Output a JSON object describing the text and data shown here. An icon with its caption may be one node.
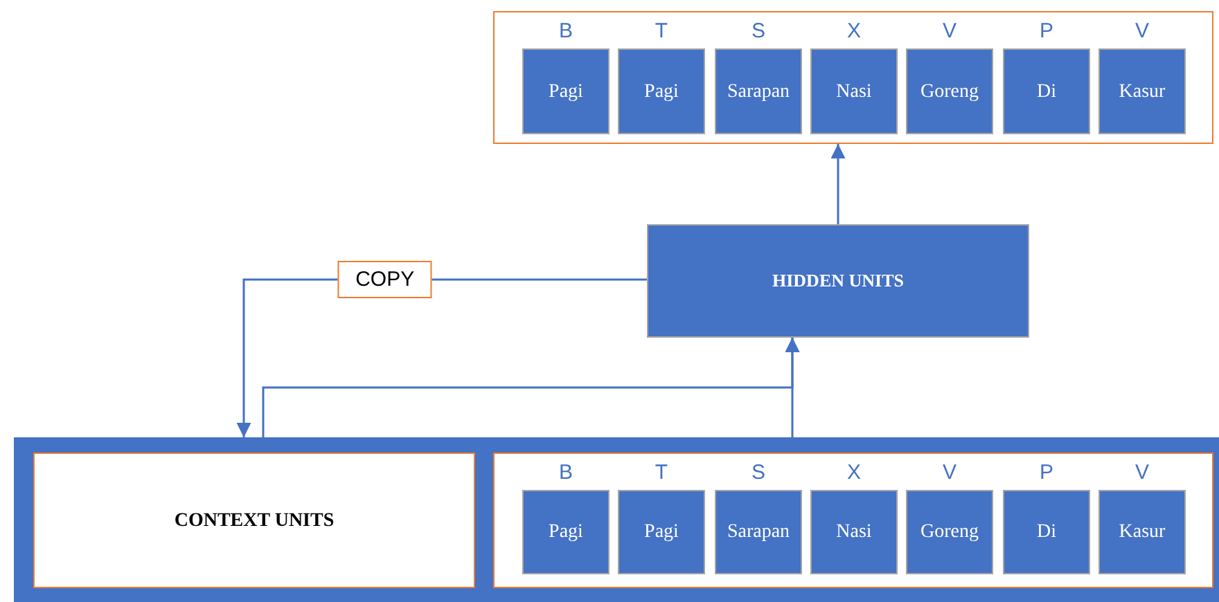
{
  "diagram": {
    "nodes": [
      {
        "text": [],
        "shape": "box"
      },
      {
        "text": [
          "Pagi"
        ],
        "in": 0,
        "beside": [
          "B"
        ]
      },
      {
        "text": [
          "Pagi"
        ],
        "in": 0,
        "beside": [
          "T"
        ]
      },
      {
        "text": [
          "Sarapan"
        ],
        "in": 0,
        "beside": [
          "S"
        ]
      },
      {
        "text": [
          "Nasi"
        ],
        "in": 0,
        "beside": [
          "X"
        ]
      },
      {
        "text": [
          "Goreng"
        ],
        "in": 0,
        "beside": [
          "V"
        ]
      },
      {
        "text": [
          "Di"
        ],
        "in": 0,
        "beside": [
          "P"
        ]
      },
      {
        "text": [
          "Kasur"
        ],
        "in": 0,
        "beside": [
          "V"
        ]
      },
      {
        "text": [
          "HIDDEN UNITS"
        ]
      },
      {
        "text": [],
        "shape": "box"
      },
      {
        "text": [
          "CONTEXT UNITS"
        ],
        "in": 9
      },
      {
        "text": [],
        "in": 9,
        "shape": "box"
      },
      {
        "text": [
          "Pagi"
        ],
        "in": 11,
        "beside": [
          "B"
        ]
      },
      {
        "text": [
          "Pagi"
        ],
        "in": 11,
        "beside": [
          "T"
        ]
      },
      {
        "text": [
          "Sarapan"
        ],
        "in": 11,
        "beside": [
          "S"
        ]
      },
      {
        "text": [
          "Nasi"
        ],
        "in": 11,
        "beside": [
          "X"
        ]
      },
      {
        "text": [
          "Goreng"
        ],
        "in": 11,
        "beside": [
          "V"
        ]
      },
      {
        "text": [
          "Di"
        ],
        "in": 11,
        "beside": [
          "P"
        ]
      },
      {
        "text": [
          "Kasur"
        ],
        "in": 11,
        "beside": [
          "V"
        ]
      }
    ],
    "edges": [
      {
        "from": 8,
        "to": 0,
        "arrow": "to"
      },
      {
        "from": 8,
        "to": 9,
        "arrow": "to",
        "label": "COPY"
      },
      {
        "from": 10,
        "to": 8,
        "arrow": "to"
      },
      {
        "from": 11,
        "to": 8,
        "arrow": "to"
      }
    ]
  }
}
